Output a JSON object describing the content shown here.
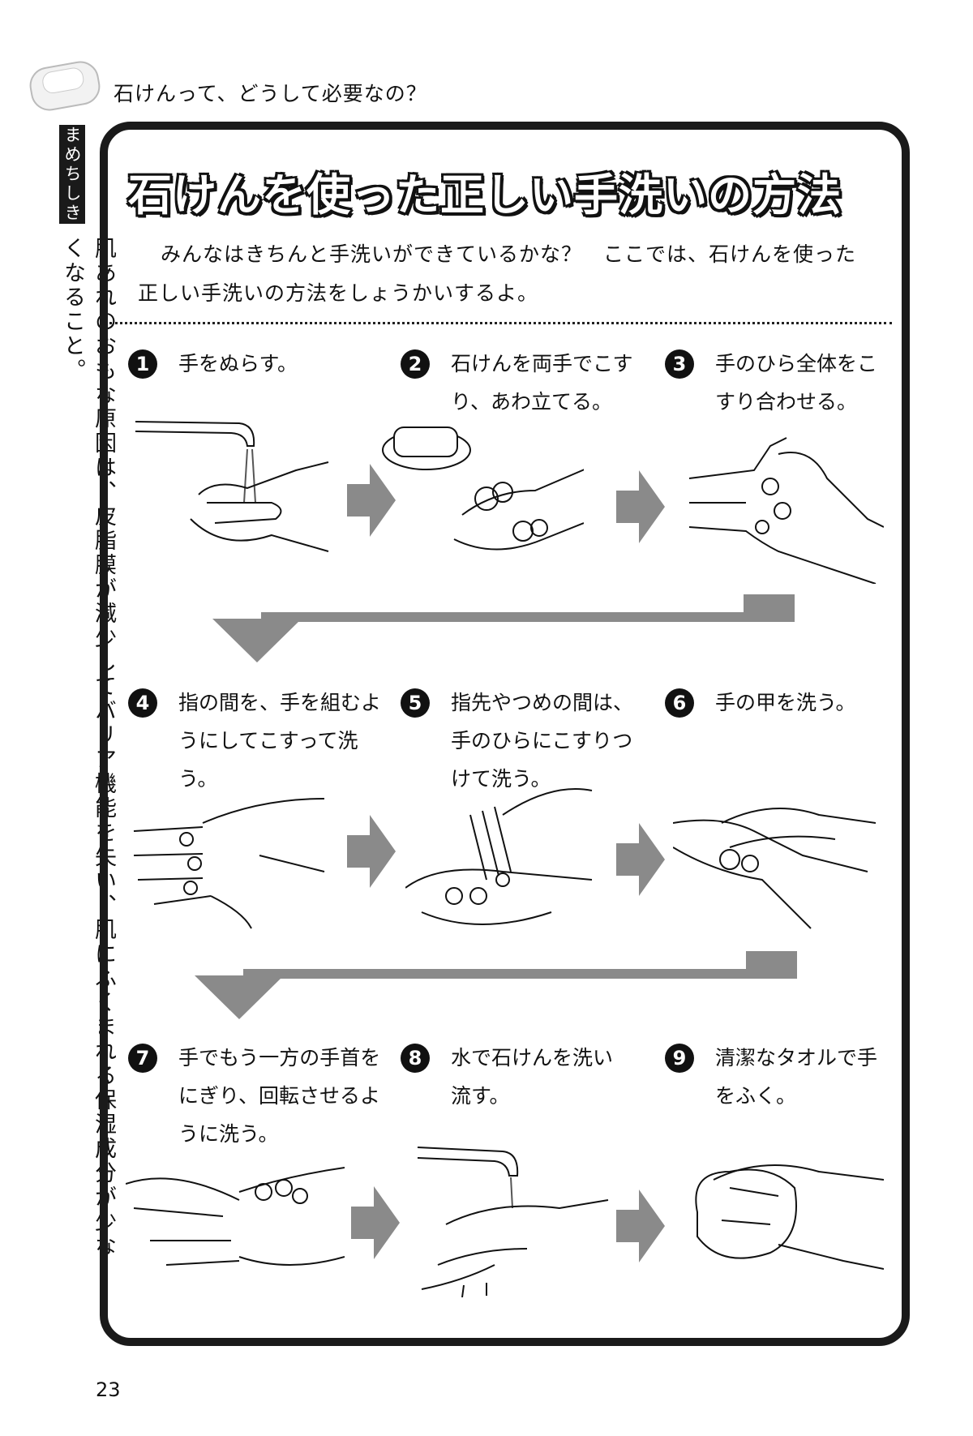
{
  "header": {
    "question": "石けんって、どうして必要なの？"
  },
  "sidebar": {
    "label": "まめちしき",
    "text": "肌あれのおもな原因は、皮脂膜が減少してバリア機能を失い、肌にふくまれる保湿成分が少なくなること。"
  },
  "main": {
    "title": "石けんを使った正しい手洗いの方法",
    "intro": [
      "みんなはきちんと手洗いができているかな？　ここでは、石けんを使った",
      "正しい手洗いの方法をしょうかいするよ。"
    ],
    "steps": [
      {
        "num": "1",
        "text": "手をぬらす。"
      },
      {
        "num": "2",
        "text": "石けんを両手でこすり、あわ立てる。"
      },
      {
        "num": "3",
        "text": "手のひら全体をこすり合わせる。"
      },
      {
        "num": "4",
        "text": "指の間を、手を組むようにしてこすって洗う。"
      },
      {
        "num": "5",
        "text": "指先やつめの間は、手のひらにこすりつけて洗う。"
      },
      {
        "num": "6",
        "text": "手の甲を洗う。"
      },
      {
        "num": "7",
        "text": "手でもう一方の手首をにぎり、回転させるように洗う。"
      },
      {
        "num": "8",
        "text": "水で石けんを洗い流す。"
      },
      {
        "num": "9",
        "text": "清潔なタオルで手をふく。"
      }
    ]
  },
  "page_number": "23",
  "colors": {
    "arrow": "#8a8a8a",
    "ink": "#111111"
  }
}
